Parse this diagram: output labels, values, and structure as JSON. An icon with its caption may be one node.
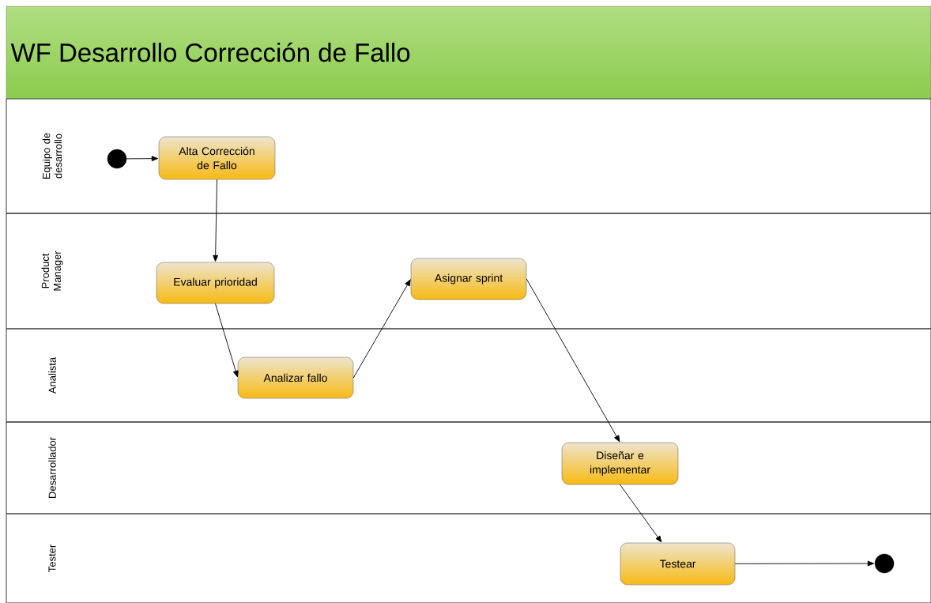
{
  "diagram": {
    "title": "WF Desarrollo Corrección de Fallo",
    "nodes": [
      {
        "text": [
          "Equipo de desarrollo"
        ]
      },
      {
        "text": [],
        "shape": "circle",
        "in": 0
      },
      {
        "text": [
          "Alta Corrección de Fallo"
        ],
        "in": 0
      },
      {
        "text": [
          "Product Manager"
        ]
      },
      {
        "text": [
          "Evaluar prioridad"
        ],
        "in": 3
      },
      {
        "text": [
          "Asignar sprint"
        ],
        "in": 3
      },
      {
        "text": [
          "Analista"
        ]
      },
      {
        "text": [
          "Analizar fallo"
        ],
        "in": 6
      },
      {
        "text": [
          "Desarrollador"
        ]
      },
      {
        "text": [
          "Diseñar e implementar"
        ],
        "in": 8
      },
      {
        "text": [
          "Tester"
        ]
      },
      {
        "text": [
          "Testear"
        ],
        "in": 10
      },
      {
        "text": [],
        "shape": "circle",
        "in": 10
      }
    ],
    "edges": [
      {
        "from": 1,
        "to": 2,
        "arrow": "to"
      },
      {
        "from": 2,
        "to": 4,
        "arrow": "to"
      },
      {
        "from": 4,
        "to": 7,
        "arrow": "to"
      },
      {
        "from": 7,
        "to": 5,
        "arrow": "to"
      },
      {
        "from": 5,
        "to": 9,
        "arrow": "to"
      },
      {
        "from": 9,
        "to": 11,
        "arrow": "to"
      },
      {
        "from": 11,
        "to": 12,
        "arrow": "to"
      }
    ]
  }
}
